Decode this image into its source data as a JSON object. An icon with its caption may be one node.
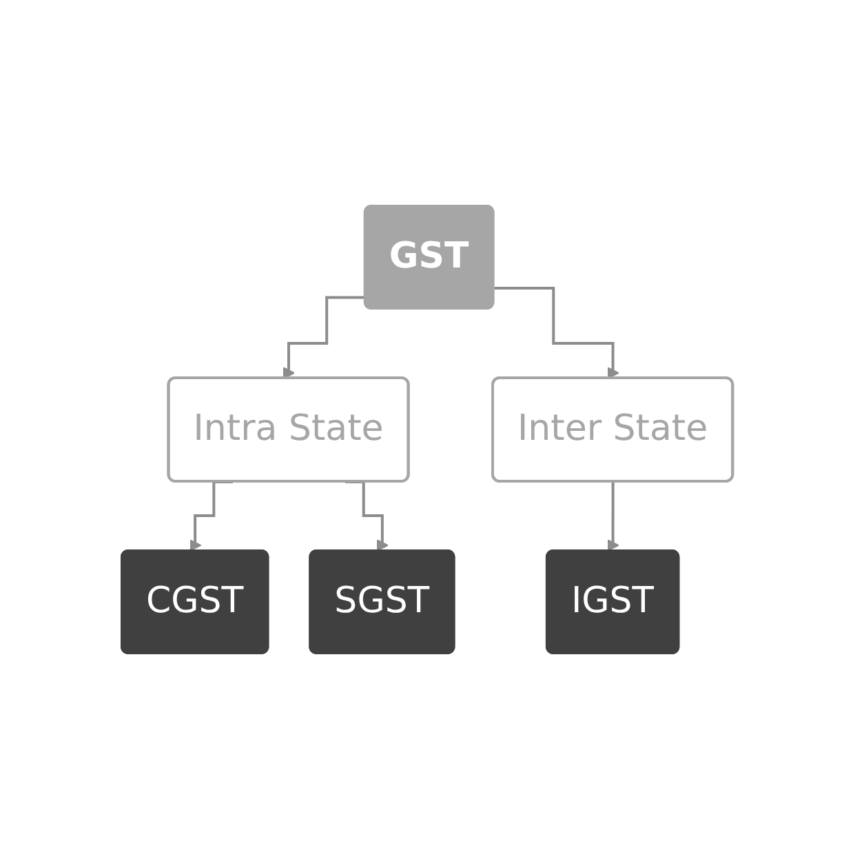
{
  "diagram": {
    "nodes": [
      {
        "text": [
          "GST"
        ]
      },
      {
        "text": [
          "Intra State"
        ]
      },
      {
        "text": [
          "Inter State"
        ]
      },
      {
        "text": [
          "CGST"
        ]
      },
      {
        "text": [
          "SGST"
        ]
      },
      {
        "text": [
          "IGST"
        ]
      }
    ],
    "edges": [
      {
        "from": 0,
        "to": 1,
        "arrow": "to"
      },
      {
        "from": 0,
        "to": 2,
        "arrow": "to"
      },
      {
        "from": 1,
        "to": 3,
        "arrow": "to"
      },
      {
        "from": 1,
        "to": 4,
        "arrow": "to"
      },
      {
        "from": 2,
        "to": 5,
        "arrow": "to"
      }
    ]
  }
}
